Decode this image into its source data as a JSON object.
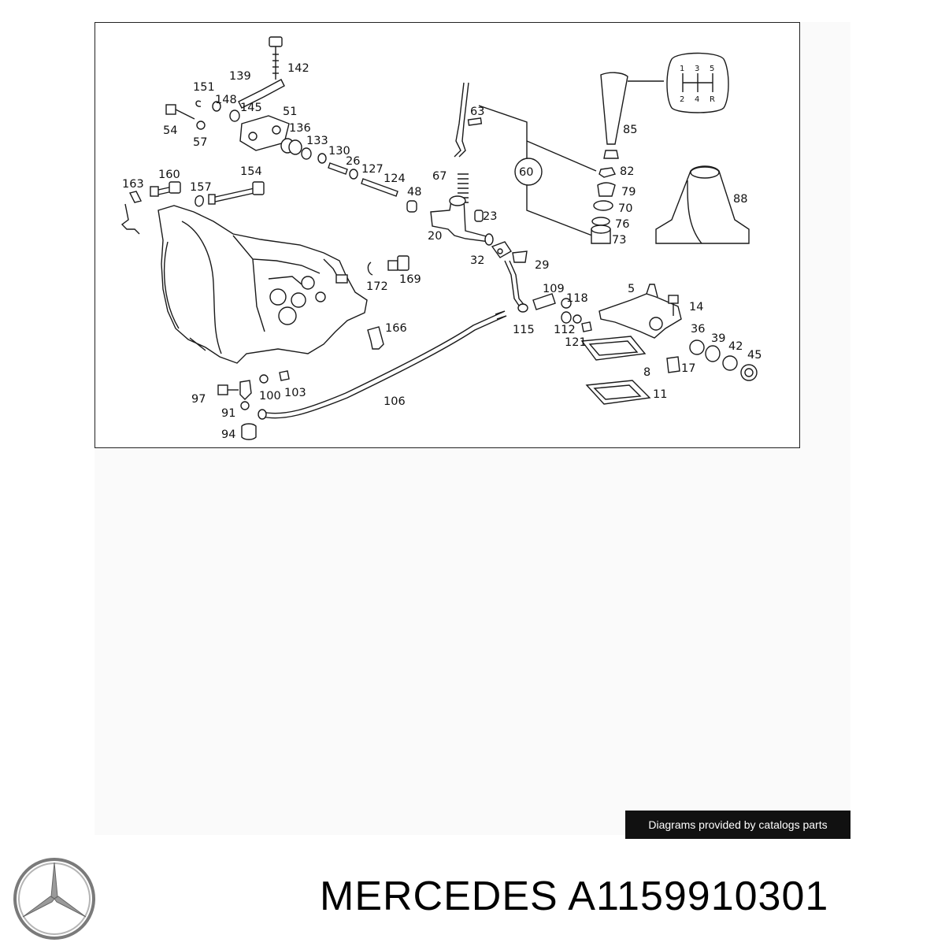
{
  "diagram": {
    "part_numbers": [
      "142",
      "139",
      "151",
      "148",
      "145",
      "51",
      "54",
      "57",
      "136",
      "133",
      "130",
      "26",
      "127",
      "124",
      "48",
      "163",
      "160",
      "157",
      "154",
      "23",
      "20",
      "32",
      "29",
      "63",
      "67",
      "60",
      "85",
      "82",
      "79",
      "70",
      "76",
      "73",
      "88",
      "172",
      "169",
      "166",
      "109",
      "118",
      "115",
      "112",
      "121",
      "5",
      "14",
      "36",
      "39",
      "42",
      "45",
      "8",
      "17",
      "11",
      "97",
      "100",
      "103",
      "91",
      "94",
      "106"
    ],
    "shift_pattern": {
      "top": [
        "1",
        "3",
        "5"
      ],
      "bottom": [
        "2",
        "4",
        "R"
      ]
    }
  },
  "credit": {
    "text": "Diagrams provided by catalogs parts"
  },
  "product": {
    "title": "MERCEDES A1159910301"
  },
  "brand": {
    "logo_icon": "mercedes-star-icon"
  }
}
